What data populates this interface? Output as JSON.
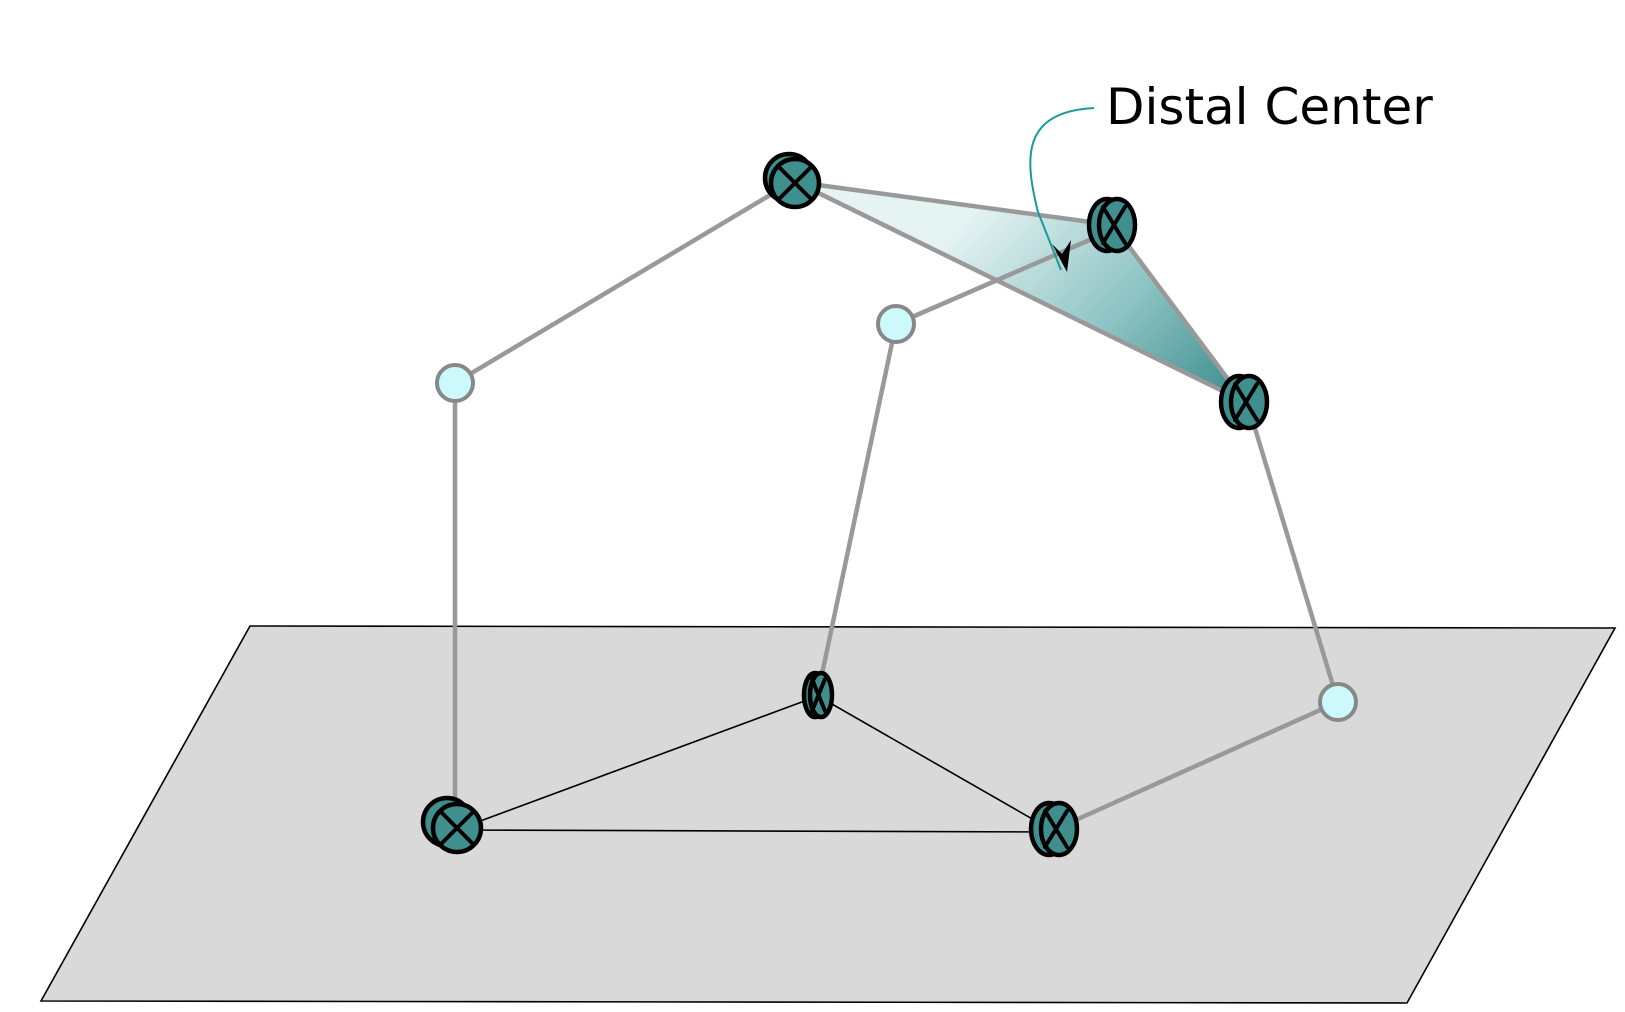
{
  "diagram": {
    "annotation": {
      "label": "Distal Center"
    },
    "colors": {
      "background": "#ffffff",
      "ground_plane": "#d9d9d9",
      "links": "#999999",
      "active_joint": "#3f8f8f",
      "passive_joint": "#ccf9fb",
      "distal_platform": "#5aa3a3",
      "annotation_arrow": "#1a9a9a"
    },
    "elements": {
      "ground_plane": "ground-plane",
      "base_triangle": "base-triangle",
      "distal_platform": "distal-platform-triangle",
      "legs": [
        "leg-1",
        "leg-2",
        "leg-3"
      ],
      "active_joint_icon": "universal-joint-icon",
      "passive_joint_icon": "spherical-joint-icon"
    }
  }
}
